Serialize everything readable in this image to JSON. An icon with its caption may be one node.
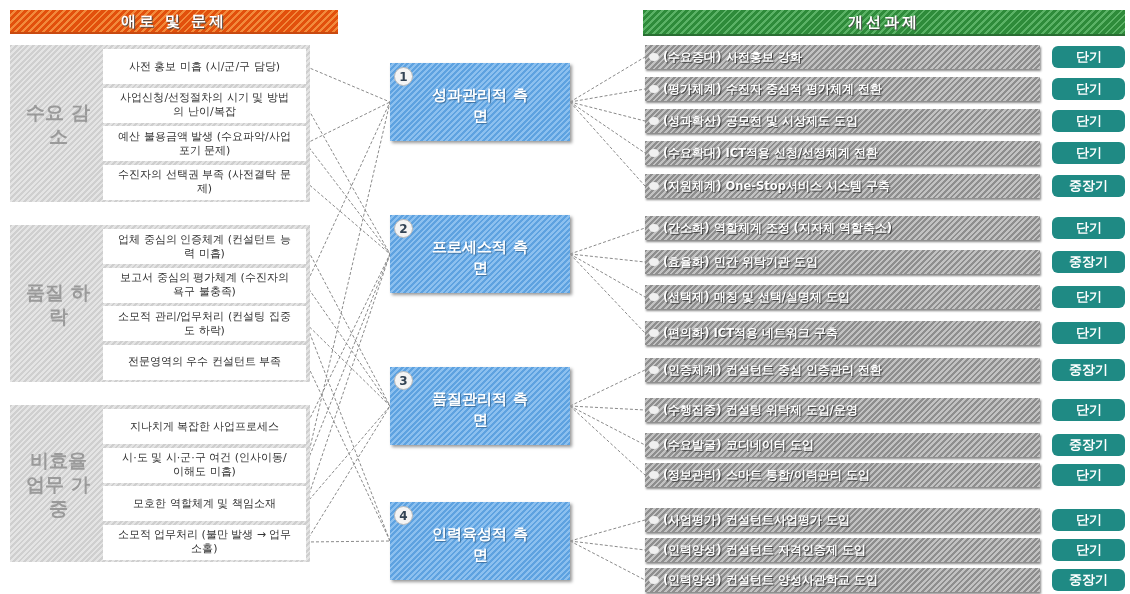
{
  "diagram": {
    "nodes": [
      {
        "text": [
          "애로 및 문제"
        ]
      },
      {
        "text": [
          "수요 감소"
        ]
      },
      {
        "text": [
          "사전 홍보 미흡 (시/군/구 담당)"
        ],
        "in": 1
      },
      {
        "text": [
          "사업신청/선정절차의 시기 및 방법의 난이/복잡"
        ],
        "in": 1
      },
      {
        "text": [
          "예산 불용금액 발생 (수요파악/사업포기 문제)"
        ],
        "in": 1
      },
      {
        "text": [
          "수진자의 선택권 부족 (사전결탁 문제)"
        ],
        "in": 1
      },
      {
        "text": [
          "품질 하락"
        ]
      },
      {
        "text": [
          "업체 중심의 인증체계 (컨설턴트 능력 미흡)"
        ],
        "in": 6
      },
      {
        "text": [
          "보고서 중심의 평가체계 (수진자의 욕구 불충족)"
        ],
        "in": 6
      },
      {
        "text": [
          "소모적 관리/업무처리 (컨설팅 집중도 하락)"
        ],
        "in": 6
      },
      {
        "text": [
          "전문영역의 우수 컨설턴트 부족"
        ],
        "in": 6
      },
      {
        "text": [
          "비효율 업무 가중"
        ]
      },
      {
        "text": [
          "지나치게 복잡한 사업프로세스"
        ],
        "in": 11
      },
      {
        "text": [
          "시·도 및 시·군·구 여건 (인사이동/이해도 미흡)"
        ],
        "in": 11
      },
      {
        "text": [
          "모호한 역할체계 및 책임소재"
        ],
        "in": 11
      },
      {
        "text": [
          "소모적 업무처리 (불만 발생 → 업무소홀)"
        ],
        "in": 11
      },
      {
        "text": [
          "1",
          "성과관리적 측면"
        ]
      },
      {
        "text": [
          "2",
          "프로세스적 측면"
        ]
      },
      {
        "text": [
          "3",
          "품질관리적 측면"
        ]
      },
      {
        "text": [
          "4",
          "인력육성적 측면"
        ]
      },
      {
        "text": [
          "개선과제"
        ]
      },
      {
        "text": [
          "(수요증대) 사전홍보 강화"
        ]
      },
      {
        "text": [
          "(평가체계) 수진자 중심적 평가체계 전환"
        ]
      },
      {
        "text": [
          "(성과확산) 공모전 및 시상제도 도입"
        ]
      },
      {
        "text": [
          "(수요확대) ICT적용 신청/선정체계 전환"
        ]
      },
      {
        "text": [
          "(지원체계) One-Stop서비스 시스템 구축"
        ]
      },
      {
        "text": [
          "(간소화) 역할체계 조정 (지자체 역할축소)"
        ]
      },
      {
        "text": [
          "(효율화) 민간 위탁기관 도입"
        ]
      },
      {
        "text": [
          "(선택제) 매칭 및 선택/실명제 도입"
        ]
      },
      {
        "text": [
          "(편의화) ICT적용 네트워크 구축"
        ]
      },
      {
        "text": [
          "(인증체계) 컨설턴트 중심 인증관리 전환"
        ]
      },
      {
        "text": [
          "(수행집중) 컨설팅 위탁제 도입/운영"
        ]
      },
      {
        "text": [
          "(수요발굴) 코디네이터 도입"
        ]
      },
      {
        "text": [
          "(정보관리) 스마트 통합/이력관리 도입"
        ]
      },
      {
        "text": [
          "(사업평가) 컨설턴트사업평가 도입"
        ]
      },
      {
        "text": [
          "(인력양성) 컨설턴트 자격인증제 도입"
        ]
      },
      {
        "text": [
          "(인력양성) 컨설턴트 양성사관학교 도입"
        ]
      },
      {
        "text": [
          "단기"
        ]
      },
      {
        "text": [
          "단기"
        ]
      },
      {
        "text": [
          "단기"
        ]
      },
      {
        "text": [
          "단기"
        ]
      },
      {
        "text": [
          "중장기"
        ]
      },
      {
        "text": [
          "단기"
        ]
      },
      {
        "text": [
          "중장기"
        ]
      },
      {
        "text": [
          "단기"
        ]
      },
      {
        "text": [
          "단기"
        ]
      },
      {
        "text": [
          "중장기"
        ]
      },
      {
        "text": [
          "단기"
        ]
      },
      {
        "text": [
          "중장기"
        ]
      },
      {
        "text": [
          "단기"
        ]
      },
      {
        "text": [
          "단기"
        ]
      },
      {
        "text": [
          "단기"
        ]
      },
      {
        "text": [
          "중장기"
        ]
      }
    ],
    "edges": [
      {
        "from": 2,
        "to": 16,
        "arrow": "none",
        "style": "dashed"
      },
      {
        "from": 3,
        "to": 17,
        "arrow": "none",
        "style": "dashed"
      },
      {
        "from": 4,
        "to": 16,
        "arrow": "none",
        "style": "dashed"
      },
      {
        "from": 4,
        "to": 17,
        "arrow": "none",
        "style": "dashed"
      },
      {
        "from": 5,
        "to": 17,
        "arrow": "none",
        "style": "dashed"
      },
      {
        "from": 7,
        "to": 18,
        "arrow": "none",
        "style": "dashed"
      },
      {
        "from": 8,
        "to": 16,
        "arrow": "none",
        "style": "dashed"
      },
      {
        "from": 8,
        "to": 18,
        "arrow": "none",
        "style": "dashed"
      },
      {
        "from": 9,
        "to": 18,
        "arrow": "none",
        "style": "dashed"
      },
      {
        "from": 9,
        "to": 19,
        "arrow": "none",
        "style": "dashed"
      },
      {
        "from": 10,
        "to": 19,
        "arrow": "none",
        "style": "dashed"
      },
      {
        "from": 12,
        "to": 17,
        "arrow": "none",
        "style": "dashed"
      },
      {
        "from": 13,
        "to": 16,
        "arrow": "none",
        "style": "dashed"
      },
      {
        "from": 13,
        "to": 17,
        "arrow": "none",
        "style": "dashed"
      },
      {
        "from": 14,
        "to": 17,
        "arrow": "none",
        "style": "dashed"
      },
      {
        "from": 14,
        "to": 18,
        "arrow": "none",
        "style": "dashed"
      },
      {
        "from": 15,
        "to": 18,
        "arrow": "none",
        "style": "dashed"
      },
      {
        "from": 15,
        "to": 19,
        "arrow": "none",
        "style": "dashed"
      },
      {
        "from": 16,
        "to": 21,
        "arrow": "none",
        "style": "dashed"
      },
      {
        "from": 16,
        "to": 22,
        "arrow": "none",
        "style": "dashed"
      },
      {
        "from": 16,
        "to": 23,
        "arrow": "none",
        "style": "dashed"
      },
      {
        "from": 16,
        "to": 24,
        "arrow": "none",
        "style": "dashed"
      },
      {
        "from": 16,
        "to": 25,
        "arrow": "none",
        "style": "dashed"
      },
      {
        "from": 17,
        "to": 26,
        "arrow": "none",
        "style": "dashed"
      },
      {
        "from": 17,
        "to": 27,
        "arrow": "none",
        "style": "dashed"
      },
      {
        "from": 17,
        "to": 28,
        "arrow": "none",
        "style": "dashed"
      },
      {
        "from": 17,
        "to": 29,
        "arrow": "none",
        "style": "dashed"
      },
      {
        "from": 18,
        "to": 30,
        "arrow": "none",
        "style": "dashed"
      },
      {
        "from": 18,
        "to": 31,
        "arrow": "none",
        "style": "dashed"
      },
      {
        "from": 18,
        "to": 32,
        "arrow": "none",
        "style": "dashed"
      },
      {
        "from": 18,
        "to": 33,
        "arrow": "none",
        "style": "dashed"
      },
      {
        "from": 19,
        "to": 34,
        "arrow": "none",
        "style": "dashed"
      },
      {
        "from": 19,
        "to": 35,
        "arrow": "none",
        "style": "dashed"
      },
      {
        "from": 19,
        "to": 36,
        "arrow": "none",
        "style": "dashed"
      }
    ]
  }
}
